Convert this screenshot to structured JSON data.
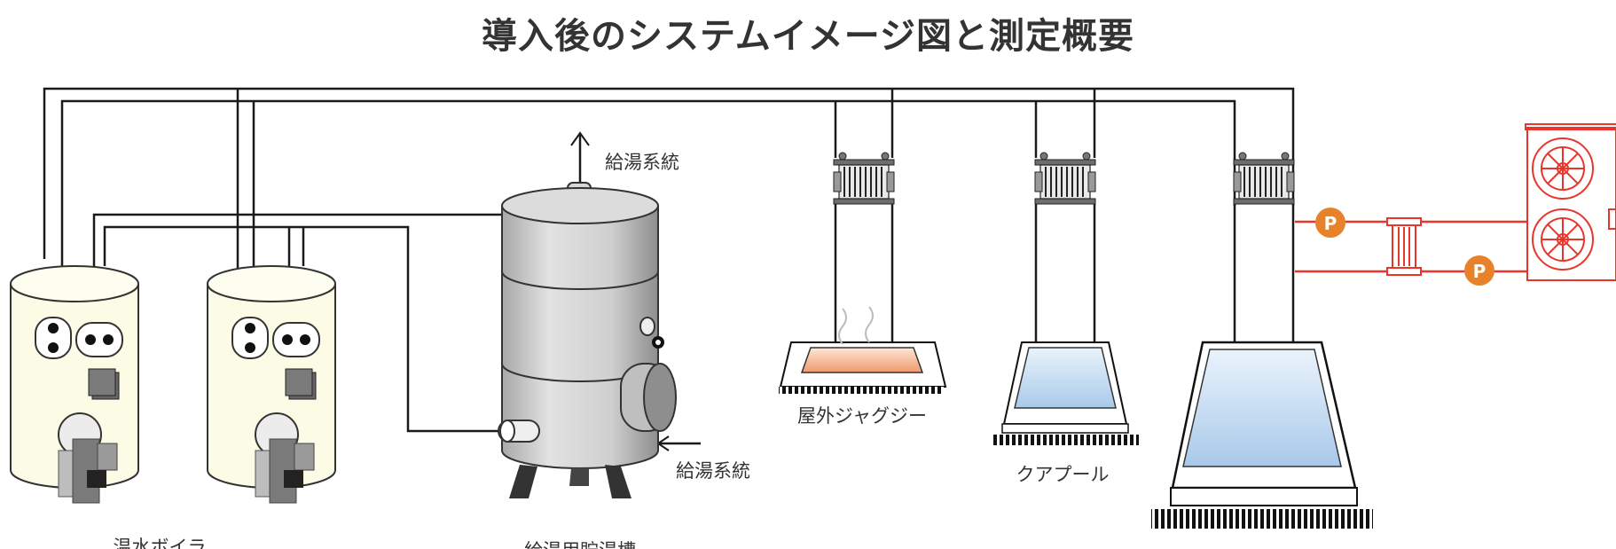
{
  "title": "導入後のシステムイメージ図と測定概要",
  "labels": {
    "hot_water_system_top": "給湯系統",
    "hot_water_system_bottom": "給湯系統",
    "outdoor_jacuzzi": "屋外ジャグジー",
    "kua_pool": "クアプール",
    "boiler_cutoff": "温水ボイラ",
    "tank_cutoff": "給湯用貯湯槽"
  },
  "pump_symbol": "P",
  "colors": {
    "pipe": "#1a1a1a",
    "heat_pump_line": "#e8362c",
    "pump": "#e8822a",
    "boiler_body": "#fbfbe6",
    "tank_body": "#c9c9c9",
    "pool_water": "#cfe2f4",
    "jacuzzi_water": "#f2b08c"
  },
  "icons": [
    "boiler",
    "storage-tank",
    "heat-exchanger",
    "pump",
    "outdoor-jacuzzi",
    "pool",
    "heat-pump-unit"
  ]
}
